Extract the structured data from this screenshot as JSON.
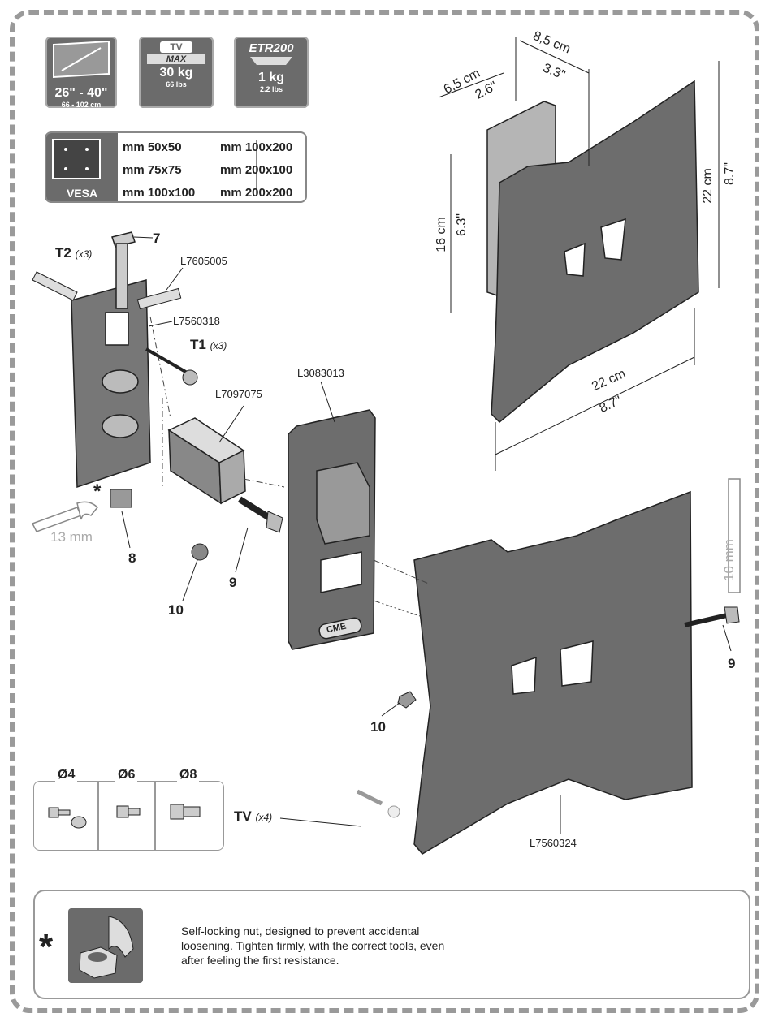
{
  "badges": {
    "size": {
      "main": "26\" - 40\"",
      "sub": "66 - 102 cm"
    },
    "tv": {
      "icon_text": "TV",
      "max": "MAX",
      "kg": "30 kg",
      "lbs": "66 lbs"
    },
    "etr": {
      "model": "ETR200",
      "kg": "1 kg",
      "lbs": "2.2 lbs"
    }
  },
  "vesa": {
    "label": "VESA",
    "col1": [
      "mm 50x50",
      "mm 75x75",
      "mm 100x100"
    ],
    "col2": [
      "mm 100x200",
      "mm 200x100",
      "mm 200x200"
    ]
  },
  "parts": {
    "t2": "T2",
    "t2_qty": "(x3)",
    "t1": "T1",
    "t1_qty": "(x3)",
    "n7": "7",
    "l7605005": "L7605005",
    "l7560318": "L7560318",
    "l7097075": "L7097075",
    "l3083013": "L3083013",
    "l7560324": "L7560324",
    "star": "*",
    "wrench13": "13 mm",
    "n8": "8",
    "n9a": "9",
    "n10a": "10",
    "n9b": "9",
    "n10b": "10",
    "wrench10": "10 mm",
    "tv": "TV",
    "tv_qty": "(x4)",
    "logo": "CME"
  },
  "dims": {
    "d85cm": "8,5 cm",
    "d33": "3.3\"",
    "d65cm": "6,5 cm",
    "d26": "2.6\"",
    "d16cm": "16 cm",
    "d63": "6.3\"",
    "d22cm_v": "22 cm",
    "d87_v": "8.7\"",
    "d22cm_h": "22 cm",
    "d87_h": "8.7\""
  },
  "screws": {
    "s4": "Ø4",
    "s6": "Ø6",
    "s8": "Ø8"
  },
  "note": {
    "star": "*",
    "text": "Self-locking nut, designed to prevent accidental loosening. Tighten firmly, with the correct tools, even after feeling the first resistance."
  }
}
